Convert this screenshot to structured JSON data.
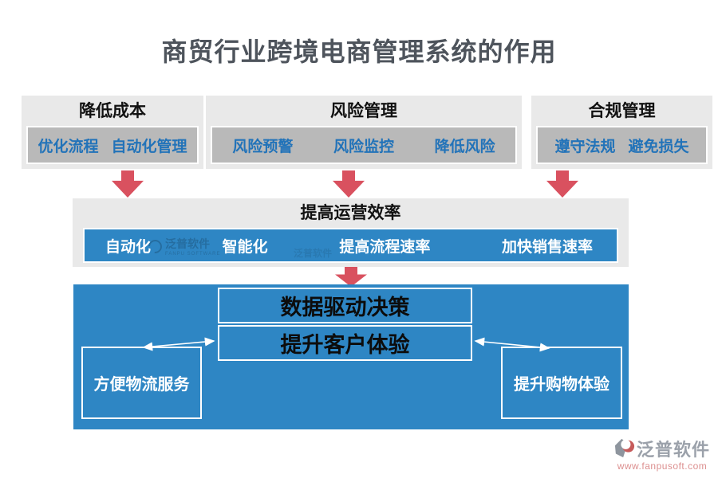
{
  "title": "商贸行业跨境电商管理系统的作用",
  "top_boxes": [
    {
      "header": "降低成本",
      "items": [
        "优化流程",
        "自动化管理"
      ]
    },
    {
      "header": "风险管理",
      "items": [
        "风险预警",
        "风险监控",
        "降低风险"
      ]
    },
    {
      "header": "合规管理",
      "items": [
        "遵守法规",
        "避免损失"
      ]
    }
  ],
  "middle_box": {
    "header": "提高运营效率",
    "items": [
      "自动化",
      "智能化",
      "提高流程速率",
      "加快销售速率"
    ]
  },
  "bottom_box": {
    "decision": "数据驱动决策",
    "experience": "提升客户体验",
    "left": "方便物流服务",
    "right": "提升购物体验"
  },
  "watermark": {
    "text": "泛普软件",
    "sub": "FANPU SOFTWARE"
  },
  "logo": {
    "name": "泛普软件",
    "url": "www.fanpusoft.com"
  },
  "colors": {
    "blue": "#2e86c4",
    "blue_text": "#2273b9",
    "gray_box": "#e9e9e9",
    "gray_inner": "#b9b9b9",
    "red_arrow": "#d9515f",
    "title_text": "#4e545c"
  }
}
